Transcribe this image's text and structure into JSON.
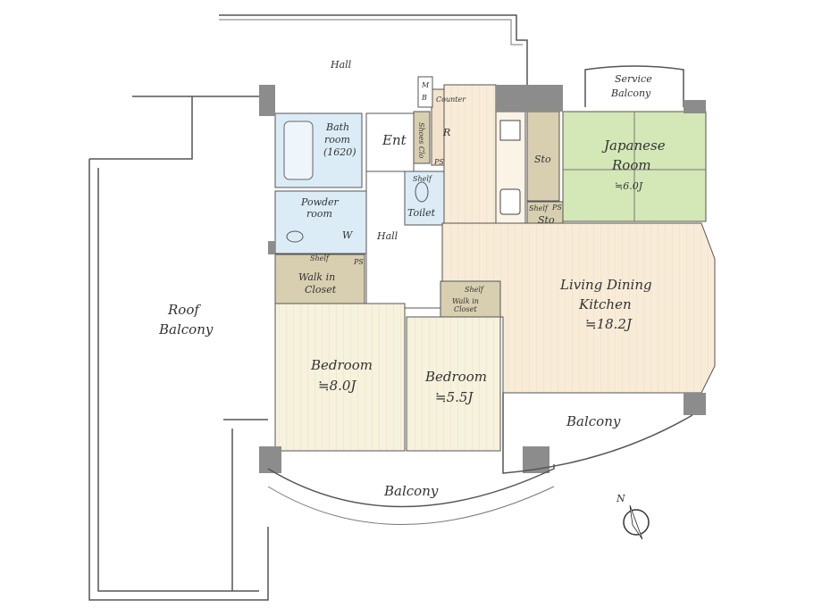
{
  "plan": {
    "hall_outer": "Hall",
    "service_balcony": [
      "Service",
      "Balcony"
    ],
    "mb": [
      "M",
      "B"
    ],
    "counter": "Counter",
    "bath": [
      "Bath",
      "room",
      "(1620)"
    ],
    "ent": "Ent",
    "shoes_clo": "Shoes Clo",
    "r": "R",
    "ps": "PS",
    "sto_large": "Sto",
    "japanese_room": [
      "Japanese",
      "Room",
      "≒6.0J"
    ],
    "shelf": "Shelf",
    "sto_small": "Sto",
    "powder_room": [
      "Powder",
      "room"
    ],
    "w": "W",
    "toilet": "Toilet",
    "hall_inner": "Hall",
    "walk_in_closet": [
      "Walk in",
      "Closet"
    ],
    "roof_balcony": [
      "Roof",
      "Balcony"
    ],
    "ldk": [
      "Living Dining",
      "Kitchen",
      "≒18.2J"
    ],
    "bedroom1": [
      "Bedroom",
      "≒8.0J"
    ],
    "bedroom2": [
      "Bedroom",
      "≒5.5J"
    ],
    "balcony_right": "Balcony",
    "balcony_bottom": "Balcony",
    "compass_n": "N"
  },
  "colors": {
    "ldk": "#f8ecd8",
    "bedroom": "#f7f2dd",
    "japanese": "#d4e7b6",
    "wet": "#dbecf6",
    "closet": "#d8cfb0",
    "wall": "#8c8c8c"
  }
}
